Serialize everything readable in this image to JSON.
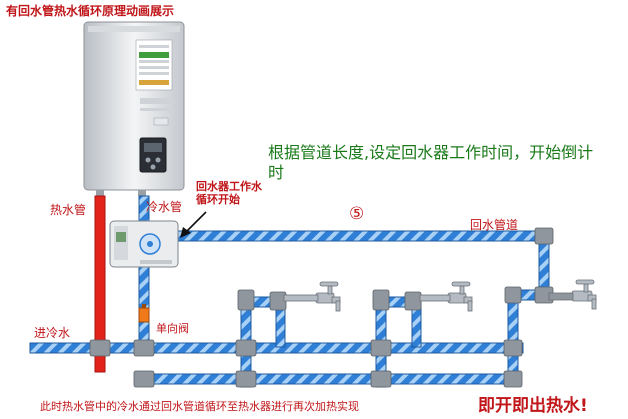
{
  "title": "有回水管热水循环原理动画展示",
  "message": "根据管道长度,设定回水器工作时间，开始倒计时",
  "labels": {
    "hot_pipe": "热水管",
    "cold_pipe": "冷水管",
    "pump_start": "回水器工作水循环开始",
    "step": "⑤",
    "return_pipe": "回水管道",
    "cold_inlet": "进冷水",
    "check_valve": "单向阀"
  },
  "footer": {
    "text": "此时热水管中的冷水通过回水管道循环至热水器进行再次加热实现",
    "emphasis": "即开即出热水!"
  },
  "colors": {
    "text_red": "#c0161a",
    "text_green": "#1a7a1a",
    "hot_pipe": "#e2231a",
    "cold_pipe": "#2f7fd6",
    "pipe_fitting": "#8f969e"
  },
  "icons": [
    "water-heater-icon",
    "recirculation-pump-icon",
    "faucet-icon",
    "check-valve-icon",
    "arrow-icon"
  ]
}
